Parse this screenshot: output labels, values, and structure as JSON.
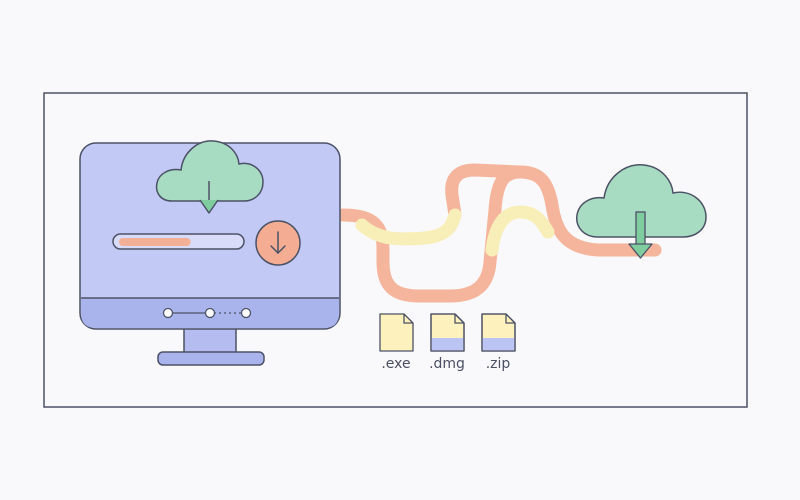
{
  "colors": {
    "background": "#f9f9fb",
    "frame": "#4c5266",
    "monitor_fill": "#c2c9f4",
    "monitor_bottom": "#aab4ec",
    "outline": "#4c5266",
    "cloud_fill": "#a8dcc2",
    "arrow_green": "#7fcd9f",
    "progress_fill": "#f2b098",
    "progress_track": "#d8dcf8",
    "download_button": "#f4ad93",
    "cable_orange": "#f5b59c",
    "cable_yellow": "#f8efb8",
    "file_yellow": "#fdf1bd",
    "file_blue": "#bcc4f4"
  },
  "monitor": {
    "progress_fraction": 0.6
  },
  "files": [
    {
      "label": ".exe",
      "icon": "file-icon"
    },
    {
      "label": ".dmg",
      "icon": "file-icon"
    },
    {
      "label": ".zip",
      "icon": "file-icon"
    }
  ]
}
